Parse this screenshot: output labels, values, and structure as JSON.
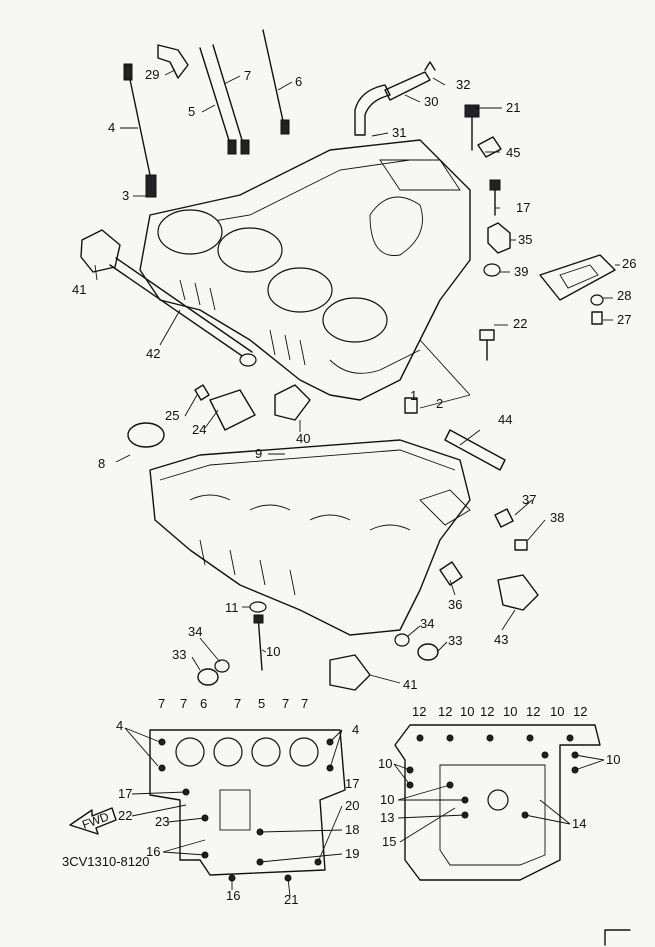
{
  "diagram": {
    "code": "3CV1310-8120",
    "fwd_text": "FWD",
    "callouts": {
      "c1": "1",
      "c2": "2",
      "c3": "3",
      "c4": "4",
      "c5": "5",
      "c6": "6",
      "c7": "7",
      "c8": "8",
      "c9": "9",
      "c10": "10",
      "c11": "11",
      "c17": "17",
      "c21": "21",
      "c22": "22",
      "c24": "24",
      "c25": "25",
      "c27": "27",
      "c28": "28",
      "c29": "29",
      "c26": "26",
      "c30": "30",
      "c31": "31",
      "c32": "32",
      "c33a": "33",
      "c33b": "33",
      "c34a": "34",
      "c34b": "34",
      "c35": "35",
      "c36": "36",
      "c37": "37",
      "c38": "38",
      "c39": "39",
      "c40": "40",
      "c41a": "41",
      "c41b": "41",
      "c42": "42",
      "c43": "43",
      "c44": "44",
      "c45": "45"
    },
    "inset_left": {
      "top": [
        "7",
        "7",
        "6",
        "7",
        "5",
        "7",
        "7"
      ],
      "l4": "4",
      "r4": "4",
      "l17": "17",
      "r17": "17",
      "l22": "22",
      "l23": "23",
      "l16a": "16",
      "l16b": "16",
      "r18": "18",
      "r19": "19",
      "r20": "20",
      "r21": "21"
    },
    "inset_right": {
      "top": [
        "12",
        "12",
        "10",
        "12",
        "10",
        "12",
        "10",
        "12"
      ],
      "l10a": "10",
      "l10b": "10",
      "l13": "13",
      "l15": "15",
      "r10": "10",
      "r14": "14"
    }
  }
}
